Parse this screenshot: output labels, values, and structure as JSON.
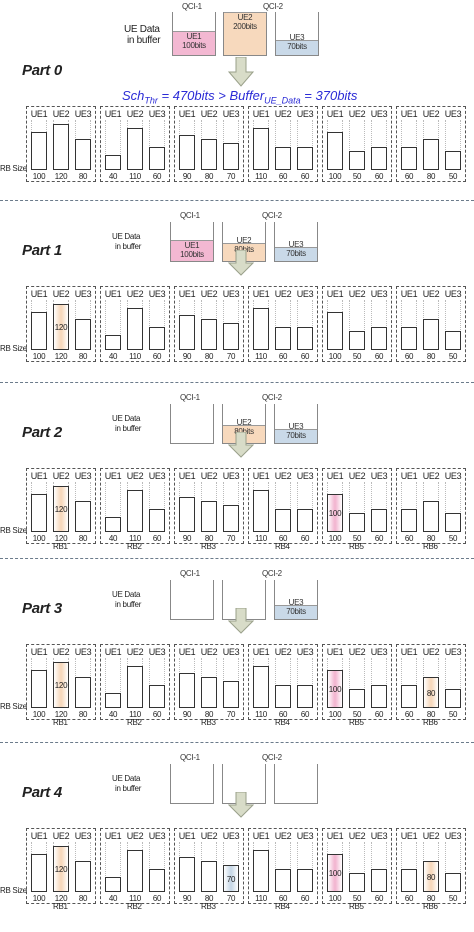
{
  "labels": {
    "qci1": "QCI-1",
    "qci2": "QCI-2",
    "ue_data": "UE Data",
    "in_buffer": "in buffer",
    "rb_size": "RB Size"
  },
  "colors": {
    "ue1": "#f3b8d2",
    "ue2": "#f7d9bd",
    "ue3": "#c9d9e8",
    "frame": "#444444",
    "arrow": "#d8dcc8"
  },
  "sch_formula": {
    "sch": "Sch",
    "thr": "Thr",
    "mid": " = 470bits > ",
    "buffer": "Buffer",
    "ue_data": "UE_Data",
    "end": " = 370bits"
  },
  "rb_names": [
    "RB1",
    "RB2",
    "RB3",
    "RB4",
    "RB5",
    "RB6"
  ],
  "ue_names": [
    "UE1",
    "UE2",
    "UE3"
  ],
  "rb_sizes": [
    [
      100,
      120,
      80
    ],
    [
      40,
      110,
      60
    ],
    [
      90,
      80,
      70
    ],
    [
      110,
      60,
      60
    ],
    [
      100,
      50,
      60
    ],
    [
      60,
      80,
      50
    ]
  ],
  "parts": [
    {
      "title": "Part 0",
      "buffers": [
        {
          "label": "UE1",
          "bits": "100bits",
          "fill": 0.55
        },
        {
          "label": "UE2",
          "bits": "200bits",
          "fill": 1.0
        },
        {
          "label": "UE3",
          "bits": "70bits",
          "fill": 0.35
        }
      ],
      "alloc": [
        [
          null,
          null,
          null
        ],
        [
          null,
          null,
          null
        ],
        [
          null,
          null,
          null
        ],
        [
          null,
          null,
          null
        ],
        [
          null,
          null,
          null
        ],
        [
          null,
          null,
          null
        ]
      ]
    },
    {
      "title": "Part 1",
      "buffers": [
        {
          "label": "UE1",
          "bits": "100bits",
          "fill": 0.55
        },
        {
          "label": "UE2",
          "bits": "80bits",
          "fill": 0.45
        },
        {
          "label": "UE3",
          "bits": "70bits",
          "fill": 0.35
        }
      ],
      "alloc": [
        [
          null,
          "120",
          null
        ],
        [
          null,
          null,
          null
        ],
        [
          null,
          null,
          null
        ],
        [
          null,
          null,
          null
        ],
        [
          null,
          null,
          null
        ],
        [
          null,
          null,
          null
        ]
      ]
    },
    {
      "title": "Part 2",
      "buffers": [
        {
          "label": "",
          "bits": "",
          "fill": 0
        },
        {
          "label": "UE2",
          "bits": "80bits",
          "fill": 0.45
        },
        {
          "label": "UE3",
          "bits": "70bits",
          "fill": 0.35
        }
      ],
      "alloc": [
        [
          null,
          "120",
          null
        ],
        [
          null,
          null,
          null
        ],
        [
          null,
          null,
          null
        ],
        [
          null,
          null,
          null
        ],
        [
          "100",
          null,
          null
        ],
        [
          null,
          null,
          null
        ]
      ]
    },
    {
      "title": "Part 3",
      "buffers": [
        {
          "label": "",
          "bits": "",
          "fill": 0
        },
        {
          "label": "",
          "bits": "",
          "fill": 0
        },
        {
          "label": "UE3",
          "bits": "70bits",
          "fill": 0.35
        }
      ],
      "alloc": [
        [
          null,
          "120",
          null
        ],
        [
          null,
          null,
          null
        ],
        [
          null,
          null,
          null
        ],
        [
          null,
          null,
          null
        ],
        [
          "100",
          null,
          null
        ],
        [
          null,
          "80",
          null
        ]
      ]
    },
    {
      "title": "Part 4",
      "buffers": [
        {
          "label": "",
          "bits": "",
          "fill": 0
        },
        {
          "label": "",
          "bits": "",
          "fill": 0
        },
        {
          "label": "",
          "bits": "",
          "fill": 0
        }
      ],
      "alloc": [
        [
          null,
          "120",
          null
        ],
        [
          null,
          null,
          null
        ],
        [
          null,
          null,
          "70"
        ],
        [
          null,
          null,
          null
        ],
        [
          "100",
          null,
          null
        ],
        [
          null,
          "80",
          null
        ]
      ]
    }
  ]
}
